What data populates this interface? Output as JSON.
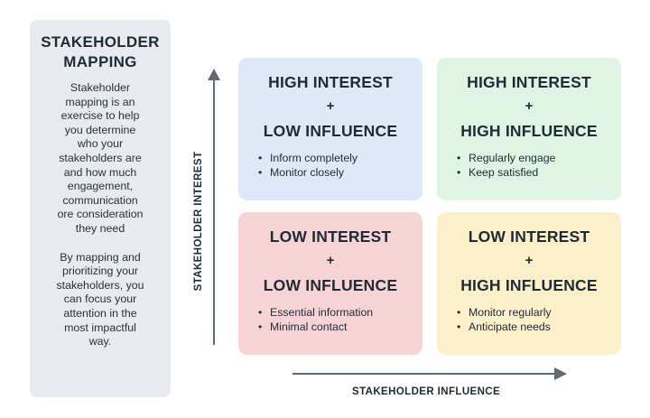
{
  "sidebar": {
    "title_lines": [
      "STAKEHOLDER",
      "MAPPING"
    ],
    "paragraph1_lines": [
      "Stakeholder",
      "mapping is an",
      "exercise to help",
      "you determine",
      "who your",
      "stakeholders are",
      "and how much",
      "engagement,",
      "communication",
      "ore consideration",
      "they need"
    ],
    "paragraph2_lines": [
      "By mapping and",
      "prioritizing your",
      "stakeholders, you",
      "can focus your",
      "attention in the",
      "most impactful",
      "way."
    ]
  },
  "axes": {
    "y_label": "STAKEHOLDER INTEREST",
    "x_label": "STAKEHOLDER INFLUENCE"
  },
  "quadrants": [
    {
      "line1": "HIGH INTEREST",
      "plus": "+",
      "line2": "LOW INFLUENCE",
      "bullets": [
        "Inform completely",
        "Monitor closely"
      ]
    },
    {
      "line1": "HIGH INTEREST",
      "plus": "+",
      "line2": "HIGH INFLUENCE",
      "bullets": [
        "Regularly engage",
        "Keep satisfied"
      ]
    },
    {
      "line1": "LOW INTEREST",
      "plus": "+",
      "line2": "LOW INFLUENCE",
      "bullets": [
        "Essential information",
        "Minimal contact"
      ]
    },
    {
      "line1": "LOW INTEREST",
      "plus": "+",
      "line2": "HIGH INFLUENCE",
      "bullets": [
        "Monitor regularly",
        "Anticipate needs"
      ]
    }
  ],
  "colors": {
    "high_interest_low_influence": "#dde8f9",
    "high_interest_high_influence": "#dff4e2",
    "low_interest_low_influence": "#f6d3d5",
    "low_interest_high_influence": "#fbf0c9",
    "sidebar_bg": "#e7ebef",
    "axis": "#5d6b78"
  }
}
